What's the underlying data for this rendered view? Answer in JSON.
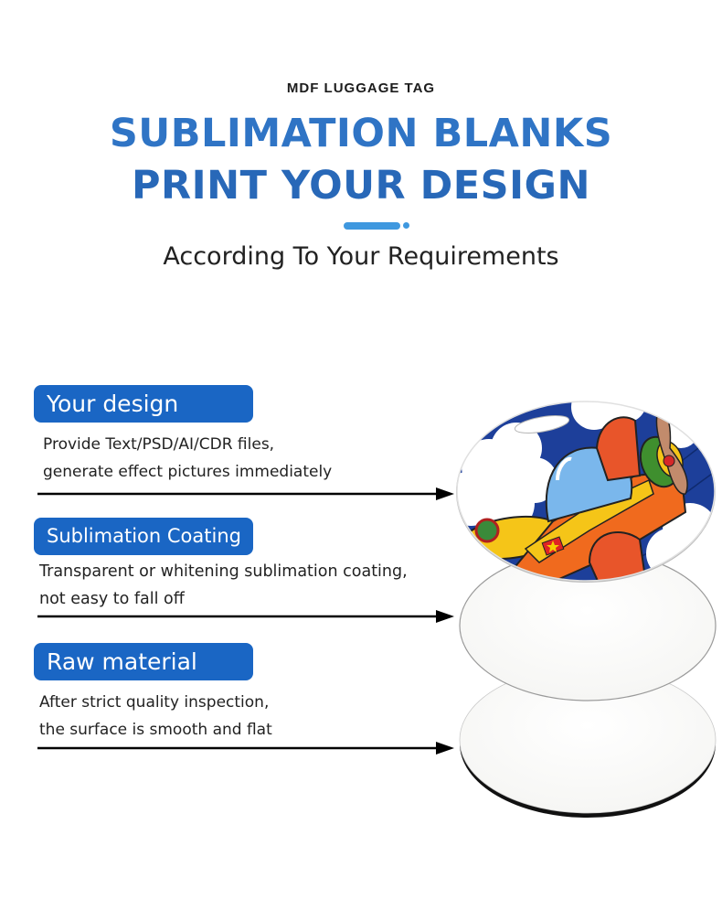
{
  "header": {
    "eyebrow": "MDF LUGGAGE TAG",
    "headline_line1": "SUBLIMATION BLANKS",
    "headline_line2": "PRINT YOUR DESIGN",
    "subtitle": "According To Your Requirements"
  },
  "features": [
    {
      "label": "Your design",
      "line1": "Provide Text/PSD/AI/CDR files,",
      "line2": "generate effect pictures immediately"
    },
    {
      "label": "Sublimation Coating",
      "line1": "Transparent or whitening sublimation coating,",
      "line2": "not easy to fall off"
    },
    {
      "label": "Raw material",
      "line1": "After strict quality inspection,",
      "line2": "the surface is smooth and flat"
    }
  ],
  "product": {
    "layers": [
      "printed-design-layer",
      "sublimation-coating-layer",
      "mdf-raw-material-layer"
    ],
    "illustration": "cartoon airplane"
  },
  "colors": {
    "headline": "#2c6fc2",
    "label_bg": "#1a66c4",
    "accent": "#3f98df",
    "text": "#222222"
  }
}
